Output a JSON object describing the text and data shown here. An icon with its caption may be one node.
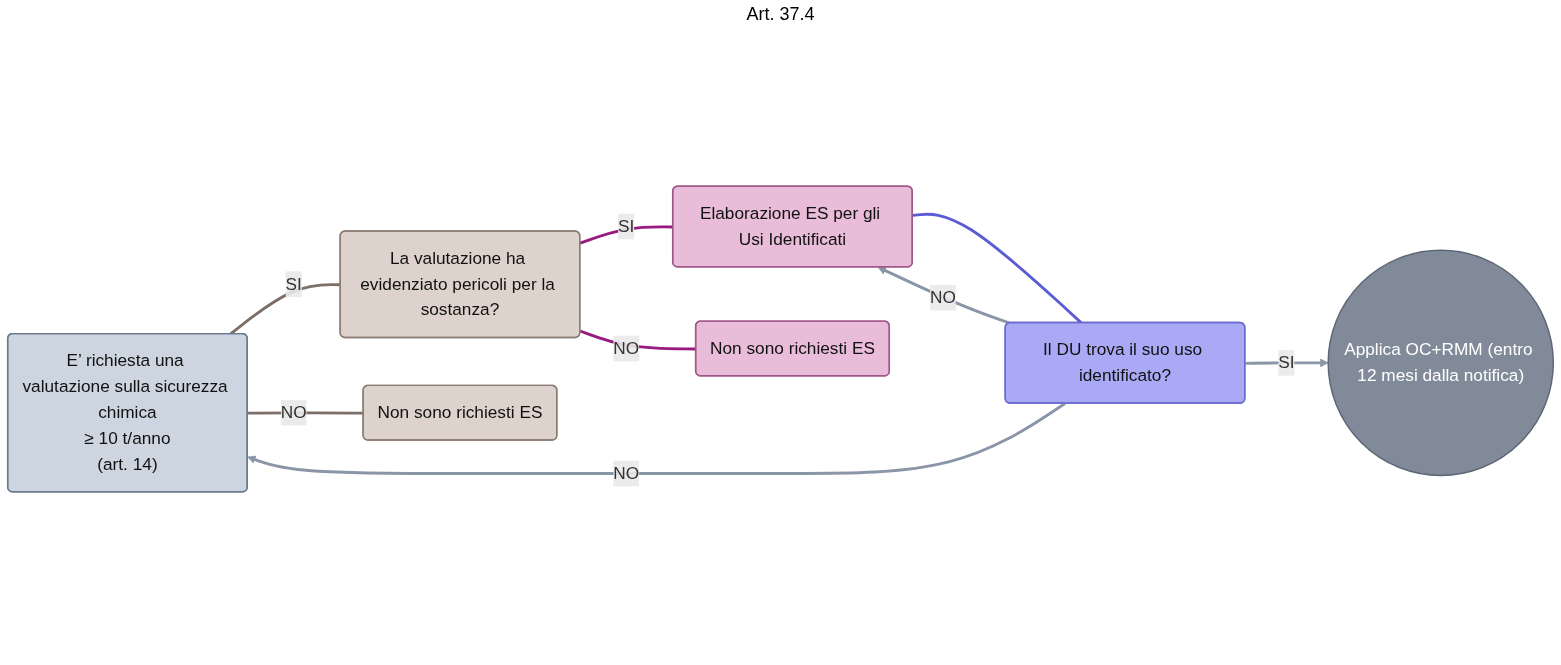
{
  "diagram": {
    "nodes": [
      {
        "text": [
          "E’ richiesta una valutazione sulla sicurezza chimica",
          "≥ 10 t/anno",
          "(art. 14)"
        ]
      },
      {
        "text": [
          "La valutazione ha evidenziato pericoli per la sostanza?"
        ]
      },
      {
        "text": [
          "Non sono richiesti ES"
        ]
      },
      {
        "text": [
          "Elaborazione ES per gli Usi Identificati"
        ]
      },
      {
        "text": [
          "Non sono richiesti ES"
        ]
      },
      {
        "text": [
          "Il DU trova il suo uso identificato?"
        ]
      },
      {
        "text": [
          "Applica OC+RMM (entro 12 mesi dalla notifica)"
        ]
      }
    ],
    "edges": [
      {
        "from": 0,
        "to": 1,
        "arrow": "none",
        "label": "SI",
        "color": "#7d6e66"
      },
      {
        "from": 0,
        "to": 2,
        "arrow": "none",
        "label": "NO",
        "color": "#7d6e66"
      },
      {
        "from": 1,
        "to": 3,
        "arrow": "none",
        "label": "SI",
        "color": "#98197f"
      },
      {
        "from": 1,
        "to": 4,
        "arrow": "none",
        "label": "NO",
        "color": "#98197f"
      },
      {
        "from": 3,
        "to": 5,
        "arrow": "none",
        "color": "#5b5bd6"
      },
      {
        "from": 5,
        "to": 3,
        "arrow": "to",
        "label": "NO"
      },
      {
        "from": 5,
        "to": 6,
        "arrow": "to",
        "label": "SI"
      },
      {
        "from": 5,
        "to": 0,
        "arrow": "to",
        "label": "NO"
      }
    ],
    "labels": [
      "Art. 37.4"
    ]
  }
}
